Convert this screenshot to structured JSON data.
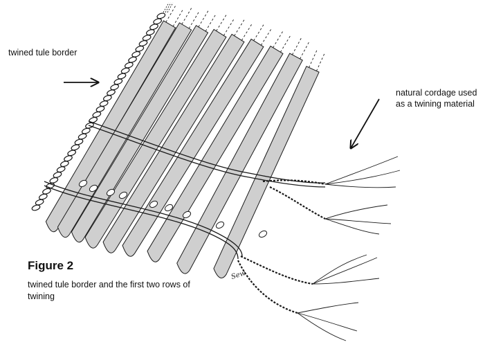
{
  "labels": {
    "border": "twined tule border",
    "cordage": "natural cordage used as a twining material"
  },
  "figure": {
    "title": "Figure 2",
    "caption": "twined tule border and the first two rows of twining"
  },
  "signature": "Sew",
  "colors": {
    "tule_fill": "#cfcfcf",
    "ink": "#1a1a1a",
    "background": "#ffffff"
  },
  "icons": [
    "arrow-right-icon",
    "arrow-down-left-icon"
  ]
}
